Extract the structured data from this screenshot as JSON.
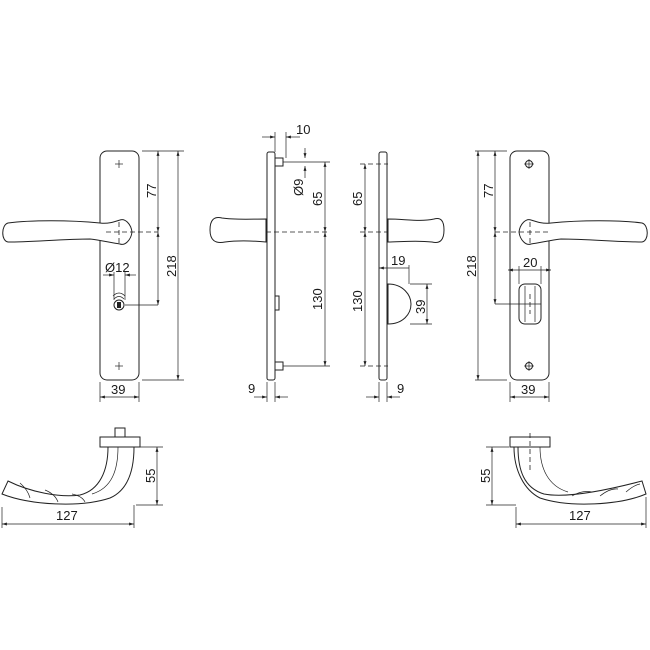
{
  "diagram": {
    "subject": "Door handle set on long backplate - technical dimension drawing",
    "line_color": "#222222",
    "background": "#ffffff"
  },
  "views": {
    "front_left": {
      "dims": {
        "top_to_handle": "77",
        "total_height": "218",
        "keyhole_diameter": "Ø12",
        "plate_width": "39"
      }
    },
    "side_left": {
      "dims": {
        "pin_offset": "10",
        "pin_diameter": "Ø9",
        "top_to_handle": "65",
        "handle_to_bottom": "130",
        "plate_thickness": "9"
      }
    },
    "side_right": {
      "dims": {
        "top_to_handle": "65",
        "handle_to_bottom": "130",
        "turn_projection": "19",
        "turn_height": "39",
        "plate_thickness": "9"
      }
    },
    "front_right": {
      "dims": {
        "top_to_handle": "77",
        "total_height": "218",
        "turn_width": "20",
        "plate_width": "39"
      }
    },
    "lever_left": {
      "dims": {
        "height": "55",
        "length": "127"
      }
    },
    "lever_right": {
      "dims": {
        "height": "55",
        "length": "127"
      }
    }
  }
}
